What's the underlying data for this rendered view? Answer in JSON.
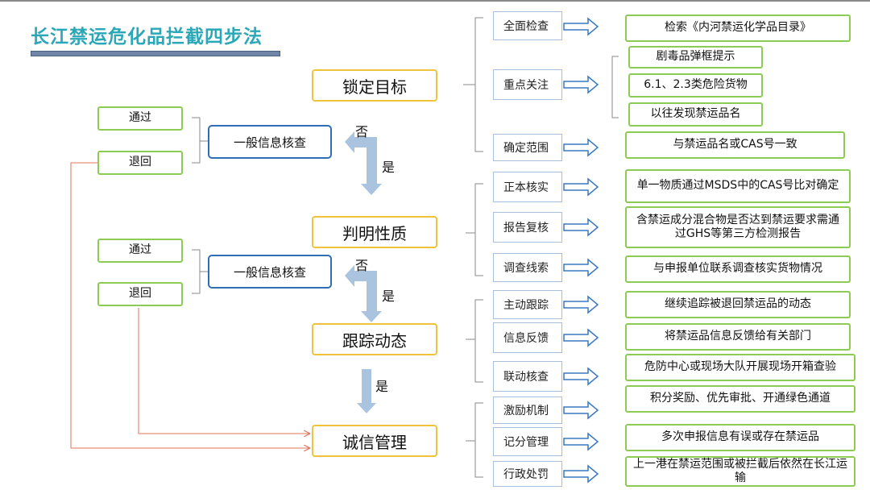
{
  "title": "长江禁运危化品拦截四步法",
  "steps": [
    {
      "label": "锁定目标"
    },
    {
      "label": "判明性质"
    },
    {
      "label": "跟踪动态"
    },
    {
      "label": "诚信管理"
    }
  ],
  "checks": [
    {
      "label": "一般信息核查",
      "pass": "通过",
      "return": "退回",
      "no": "否",
      "yes": "是"
    },
    {
      "label": "一般信息核查",
      "pass": "通过",
      "return": "退回",
      "no": "否",
      "yes": "是"
    }
  ],
  "step3_yes": "是",
  "substeps": [
    {
      "label": "全面检查"
    },
    {
      "label": "重点关注"
    },
    {
      "label": "确定范围"
    },
    {
      "label": "正本核实"
    },
    {
      "label": "报告复核"
    },
    {
      "label": "调查线索"
    },
    {
      "label": "主动跟踪"
    },
    {
      "label": "信息反馈"
    },
    {
      "label": "联动核查"
    },
    {
      "label": "激励机制"
    },
    {
      "label": "记分管理"
    },
    {
      "label": "行政处罚"
    }
  ],
  "details": [
    "检索《内河禁运化学品目录》",
    "剧毒品弹框提示",
    "6.1、2.3类危险货物",
    "以往发现禁运品名",
    "与禁运品名或CAS号一致",
    "单一物质通过MSDS中的CAS号比对确定",
    "含禁运成分混合物是否达到禁运要求需通过GHS等第三方检测报告",
    "与申报单位联系调查核实货物情况",
    "继续追踪被退回禁运品的动态",
    "将禁运品信息反馈给有关部门",
    "危防中心或现场大队开展现场开箱查验",
    "积分奖励、优先审批、开通绿色通道",
    "多次申报信息有误或存在禁运品",
    "上一港在禁运范围或被拦截后依然在长江运输"
  ],
  "colors": {
    "accent": "#2aa8b8",
    "step_border": "#f0c33c",
    "green_border": "#8ccc55",
    "blue_border": "#2f6db6",
    "arrow": "#a9c4e0",
    "red_line": "#e0735a"
  }
}
